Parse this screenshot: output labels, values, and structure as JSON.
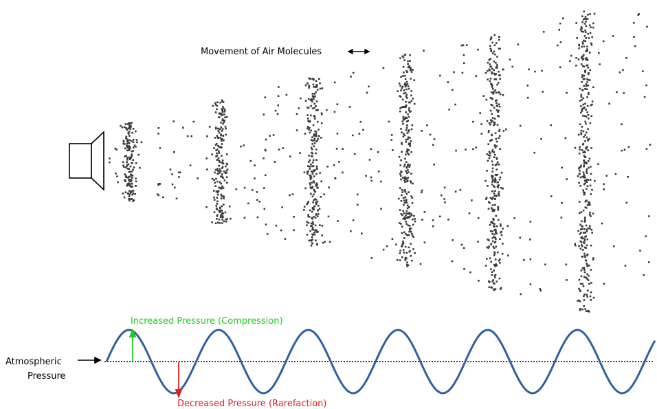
{
  "labels": {
    "movement": "Movement of Air Molecules",
    "atmospheric_line1": "Atmospheric",
    "atmospheric_line2": "Pressure",
    "increased": "Increased Pressure (Compression)",
    "decreased": "Decreased Pressure (Rarefaction)"
  },
  "colors": {
    "molecules": "#3a3a3a",
    "wave": "#2f5f9e",
    "increased": "#22cc22",
    "decreased": "#e02020",
    "baseline": "#000000",
    "text": "#000000"
  },
  "icons": {
    "speaker": "speaker-icon",
    "movement_arrow": "double-arrow-icon",
    "atmospheric_arrow": "right-arrow-icon"
  }
}
